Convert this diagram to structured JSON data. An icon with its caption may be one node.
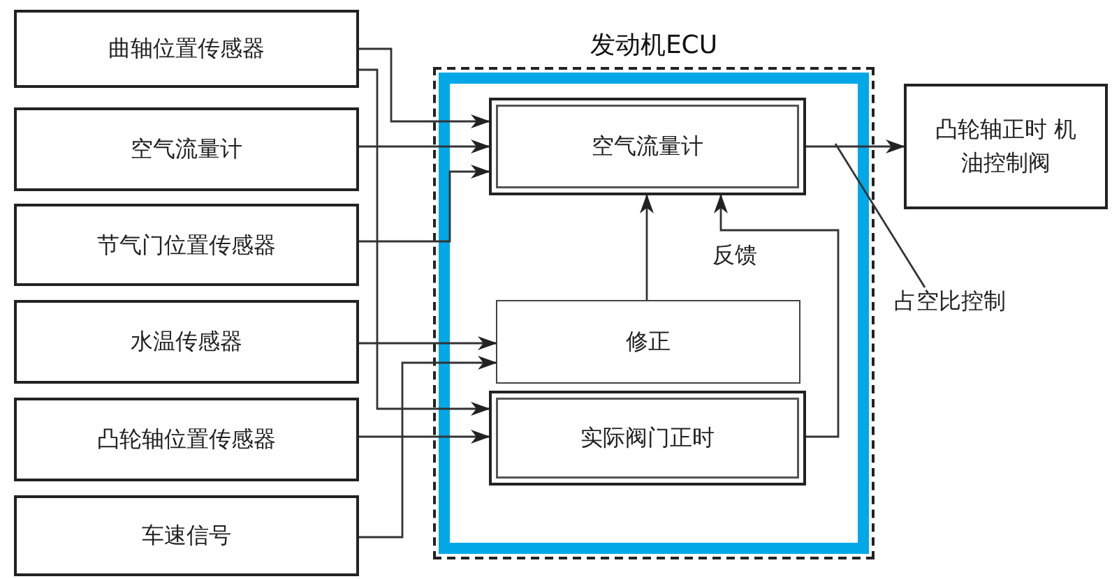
{
  "diagram": {
    "nodes": [
      {
        "text": [
          "曲轴位置传感器"
        ]
      },
      {
        "text": [
          "空气流量计"
        ]
      },
      {
        "text": [
          "节气门位置传感器"
        ]
      },
      {
        "text": [
          "水温传感器"
        ]
      },
      {
        "text": [
          "凸轮轴位置传感器"
        ]
      },
      {
        "text": [
          "车速信号"
        ]
      },
      {
        "text": [
          "发动机ECU"
        ]
      },
      {
        "text": [
          "空气流量计"
        ],
        "in": 6
      },
      {
        "text": [
          "修正"
        ],
        "in": 6
      },
      {
        "text": [
          "实际阀门正时"
        ],
        "in": 6
      },
      {
        "text": [
          "凸轮轴正时 机油控制阀"
        ]
      },
      {
        "text": [
          "占空比控制"
        ]
      }
    ],
    "edges": [
      {
        "from": 0,
        "to": 7,
        "arrow": "to"
      },
      {
        "from": 0,
        "to": 9,
        "arrow": "to"
      },
      {
        "from": 1,
        "to": 7,
        "arrow": "to"
      },
      {
        "from": 2,
        "to": 7,
        "arrow": "to"
      },
      {
        "from": 3,
        "to": 8,
        "arrow": "to"
      },
      {
        "from": 4,
        "to": 9,
        "arrow": "to"
      },
      {
        "from": 5,
        "to": 8,
        "arrow": "to"
      },
      {
        "from": 8,
        "to": 7,
        "arrow": "to"
      },
      {
        "from": 9,
        "to": 7,
        "arrow": "to",
        "label": "反馈"
      },
      {
        "from": 7,
        "to": 10,
        "arrow": "to"
      },
      {
        "from": 11,
        "to": null,
        "arrow": "none"
      }
    ]
  }
}
